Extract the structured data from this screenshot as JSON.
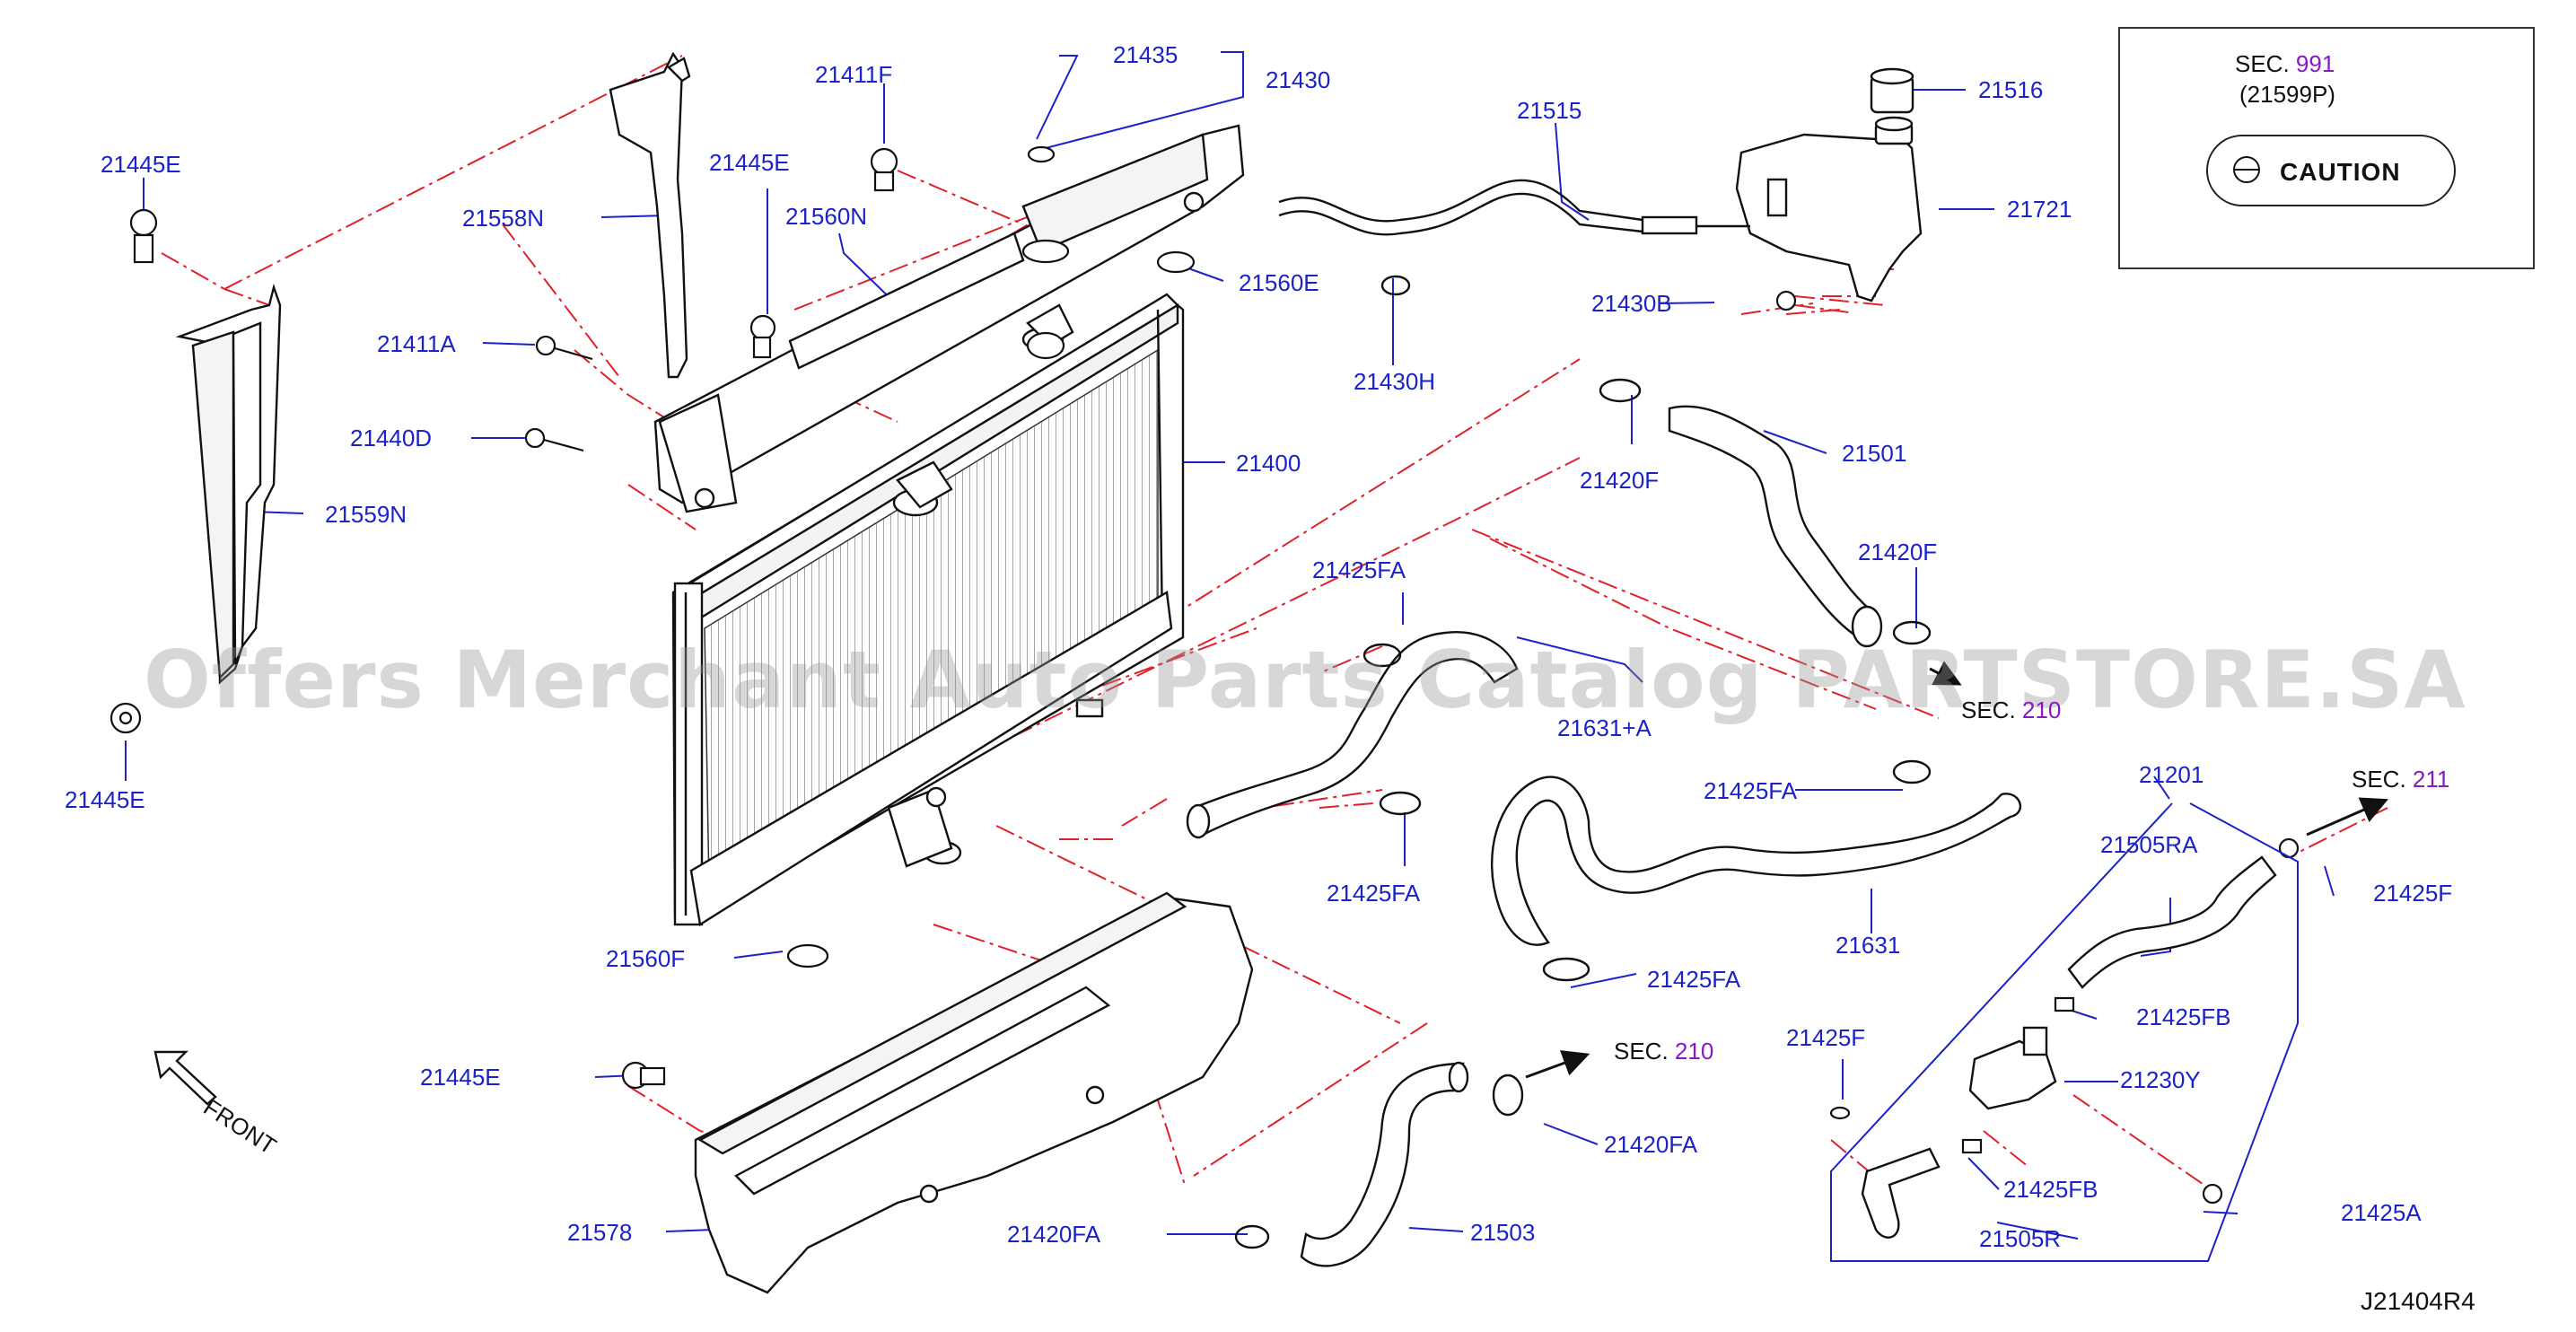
{
  "watermark": "Offers Merchant Auto Parts Catalog PARTSTORE.SA",
  "diagram_id": "J21404R4",
  "front_label": "FRONT",
  "sec_box": {
    "sec_prefix": "SEC.",
    "sec_number": "991",
    "sub_part": "(21599P)",
    "caution": "CAUTION"
  },
  "colors": {
    "label": "#1a22c8",
    "sec_number": "#8a18c4",
    "leader": "#1a22c8",
    "dash": "#e0202a",
    "drawing": "#111111"
  },
  "parts": [
    {
      "id": "p21435",
      "text": "21435"
    },
    {
      "id": "p21430",
      "text": "21430"
    },
    {
      "id": "p21411F",
      "text": "21411F"
    },
    {
      "id": "p21445E_a",
      "text": "21445E"
    },
    {
      "id": "p21445E_b",
      "text": "21445E"
    },
    {
      "id": "p21558N",
      "text": "21558N"
    },
    {
      "id": "p21560N",
      "text": "21560N"
    },
    {
      "id": "p21411A",
      "text": "21411A"
    },
    {
      "id": "p21440D",
      "text": "21440D"
    },
    {
      "id": "p21559N",
      "text": "21559N"
    },
    {
      "id": "p21445E_c",
      "text": "21445E"
    },
    {
      "id": "p21515",
      "text": "21515"
    },
    {
      "id": "p21516",
      "text": "21516"
    },
    {
      "id": "p21721",
      "text": "21721"
    },
    {
      "id": "p21560E",
      "text": "21560E"
    },
    {
      "id": "p21430B",
      "text": "21430B"
    },
    {
      "id": "p21430H",
      "text": "21430H"
    },
    {
      "id": "p21400",
      "text": "21400"
    },
    {
      "id": "p21420F_a",
      "text": "21420F"
    },
    {
      "id": "p21501",
      "text": "21501"
    },
    {
      "id": "p21420F_b",
      "text": "21420F"
    },
    {
      "id": "p21425FA_a",
      "text": "21425FA"
    },
    {
      "id": "p21631A",
      "text": "21631+A"
    },
    {
      "id": "p21425FA_b",
      "text": "21425FA"
    },
    {
      "id": "p21425FA_c",
      "text": "21425FA"
    },
    {
      "id": "p21631",
      "text": "21631"
    },
    {
      "id": "p21425FA_d",
      "text": "21425FA"
    },
    {
      "id": "p21201",
      "text": "21201"
    },
    {
      "id": "p21505RA",
      "text": "21505RA"
    },
    {
      "id": "p21425F_a",
      "text": "21425F"
    },
    {
      "id": "p21425FB_a",
      "text": "21425FB"
    },
    {
      "id": "p21230Y",
      "text": "21230Y"
    },
    {
      "id": "p21425F_b",
      "text": "21425F"
    },
    {
      "id": "p21425FB_b",
      "text": "21425FB"
    },
    {
      "id": "p21425A",
      "text": "21425A"
    },
    {
      "id": "p21505R",
      "text": "21505R"
    },
    {
      "id": "p21560F",
      "text": "21560F"
    },
    {
      "id": "p21445E_d",
      "text": "21445E"
    },
    {
      "id": "p21578",
      "text": "21578"
    },
    {
      "id": "p21420FA_a",
      "text": "21420FA"
    },
    {
      "id": "p21420FA_b",
      "text": "21420FA"
    },
    {
      "id": "p21503",
      "text": "21503"
    }
  ],
  "sec_refs": [
    {
      "id": "s210_a",
      "prefix": "SEC.",
      "number": "210"
    },
    {
      "id": "s211",
      "prefix": "SEC.",
      "number": "211"
    },
    {
      "id": "s210_b",
      "prefix": "SEC.",
      "number": "210"
    }
  ]
}
